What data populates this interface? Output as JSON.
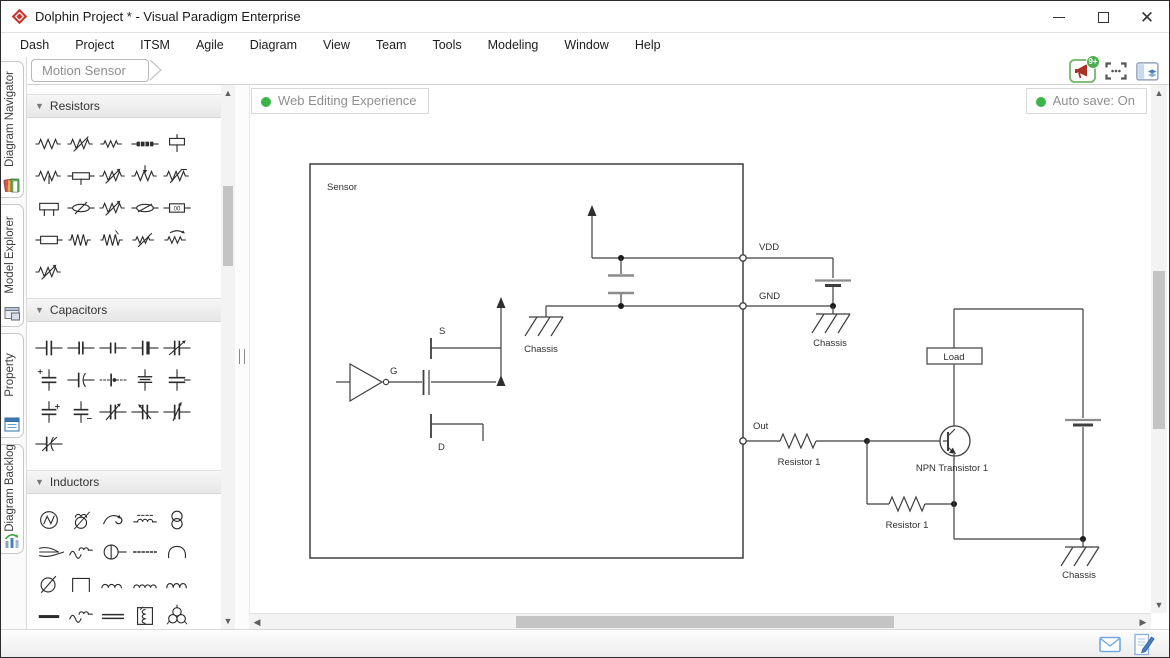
{
  "window": {
    "title": "Dolphin Project * - Visual Paradigm Enterprise"
  },
  "menu": {
    "items": [
      "Dash",
      "Project",
      "ITSM",
      "Agile",
      "Diagram",
      "View",
      "Team",
      "Tools",
      "Modeling",
      "Window",
      "Help"
    ]
  },
  "breadcrumb": {
    "label": "Motion Sensor"
  },
  "toolbar": {
    "announcement_badge": "9+"
  },
  "side_tabs": [
    {
      "label": "Diagram Navigator",
      "icon": "diagram-navigator-icon"
    },
    {
      "label": "Model Explorer",
      "icon": "model-explorer-icon"
    },
    {
      "label": "Property",
      "icon": "property-icon"
    },
    {
      "label": "Diagram Backlog",
      "icon": "diagram-backlog-icon"
    }
  ],
  "palette": {
    "sections": [
      {
        "title": "Resistors",
        "icons": [
          "resistor",
          "resistor-variable",
          "resistor-attenuator",
          "resistor-tapped-block",
          "resistor-plate-tap",
          "resistor-tapped",
          "resistor-box-tap",
          "resistor-rheostat",
          "resistor-preset",
          "resistor-varistor",
          "resistor-bridge",
          "resistor-trimmer",
          "resistor-rheostat-2",
          "resistor-trimmer-2",
          "resistor-block-00",
          "resistor-box",
          "resistor-coiled",
          "resistor-thermistor",
          "resistor-varistor-2",
          "resistor-magnetoresistor",
          "resistor-potentiometer"
        ]
      },
      {
        "title": "Capacitors",
        "icons": [
          "capacitor",
          "capacitor-2",
          "capacitor-3",
          "capacitor-electrolytic",
          "capacitor-variable",
          "capacitor-polarized",
          "capacitor-curved",
          "capacitor-dotted",
          "capacitor-stacked",
          "capacitor-feedthrough",
          "capacitor-trimmer",
          "capacitor-trimmer-2",
          "capacitor-variable-2",
          "capacitor-variable-3",
          "capacitor-variable-4",
          "capacitor-curved-2"
        ]
      },
      {
        "title": "Inductors",
        "icons": [
          "inductor-core-x",
          "inductor-coil-circle",
          "inductor-loop-arrow",
          "inductor-shielded",
          "inductor-coupled",
          "inductor-fan",
          "inductor-wave",
          "inductor-crossed-circle",
          "inductor-dashed",
          "inductor-half-loop",
          "inductor-slashed-circle",
          "inductor-frame",
          "inductor-coil",
          "inductor-coil-2",
          "inductor-loops",
          "inductor-bar",
          "inductor-wave-2",
          "inductor-double-bar",
          "inductor-boxed-coil",
          "inductor-transformer"
        ]
      }
    ]
  },
  "canvas": {
    "web_editing_badge": "Web Editing Experience",
    "auto_save_badge": "Auto save: On",
    "status_color": "#3bb54a"
  },
  "diagram": {
    "labels": {
      "sensor": "Sensor",
      "gate": "G",
      "source": "S",
      "drain": "D",
      "vdd": "VDD",
      "gnd": "GND",
      "out": "Out",
      "chassis_left": "Chassis",
      "chassis_mid": "Chassis",
      "chassis_right": "Chassis",
      "resistor_top": "Resistor 1",
      "resistor_bottom": "Resistor 1",
      "transistor": "NPN Transistor 1",
      "load": "Load"
    }
  }
}
